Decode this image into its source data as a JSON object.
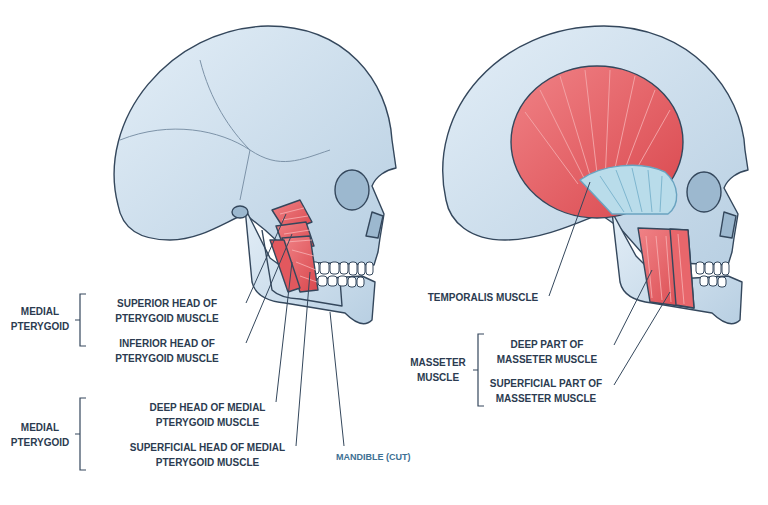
{
  "diagram": {
    "labels": [
      "MEDIAL PTERYGOID",
      "SUPERIOR HEAD OF PTERYGOID MUSCLE",
      "INFERIOR HEAD OF PTERYGOID MUSCLE",
      "MEDIAL PTERYGOID",
      "DEEP HEAD OF MEDIAL PTERYGOID MUSCLE",
      "SUPERFICIAL HEAD OF MEDIAL PTERYGOID MUSCLE",
      "MANDIBLE (CUT)",
      "TEMPORALIS MUSCLE",
      "MASSETER MUSCLE",
      "DEEP PART OF MASSETER MUSCLE",
      "SUPERFICIAL PART OF MASSETER MUSCLE"
    ]
  }
}
